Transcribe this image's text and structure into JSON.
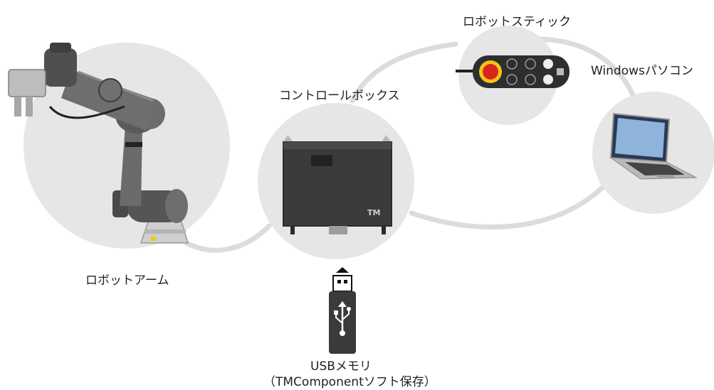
{
  "labels": {
    "robot_arm": "ロボットアーム",
    "control_box": "コントロールボックス",
    "robot_stick": "ロボットスティック",
    "windows_pc": "Windowsパソコン",
    "usb_line1": "USBメモリ",
    "usb_line2": "（TMComponentソフト保存）"
  },
  "icons": {
    "robot_arm": "robot-arm-icon",
    "control_box": "control-box-icon",
    "robot_stick": "teach-pendant-icon",
    "windows_pc": "laptop-icon",
    "usb": "usb-drive-icon",
    "arrow": "arrow-up-icon"
  },
  "colors": {
    "circle": "#e6e6e6",
    "connector": "#dcdcdc",
    "device_dark": "#3a3a3a",
    "estop_red": "#d8261c",
    "estop_yellow": "#f0c419"
  }
}
